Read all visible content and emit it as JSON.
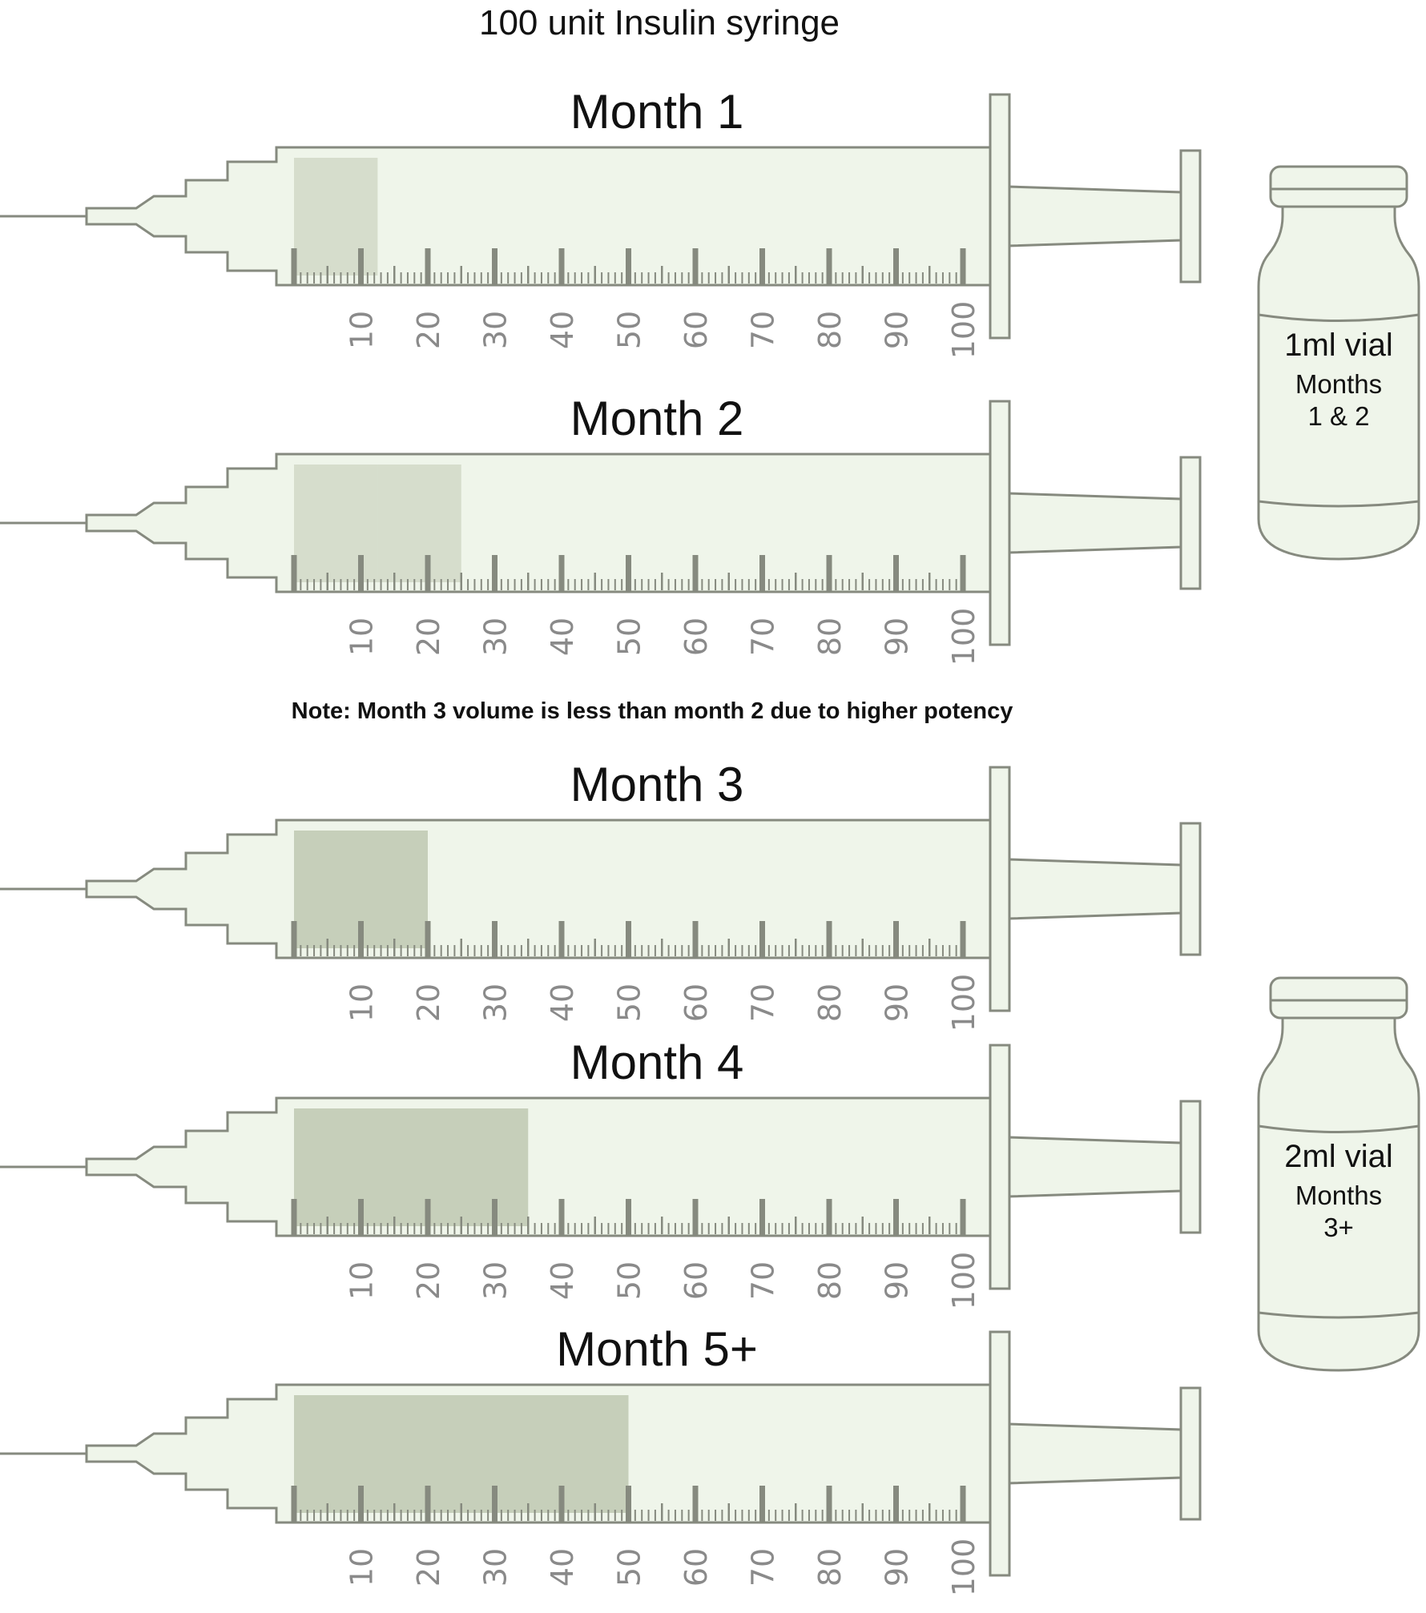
{
  "title": "100 unit Insulin syringe",
  "note": "Note: Month 3 volume is less than month 2 due to higher potency",
  "colors": {
    "barrel_fill": "#eff5ea",
    "dose_fill": "#c6cfba",
    "outline": "#868a7f",
    "tick": "#868a7f",
    "scale_number": "#8a8a8a",
    "text": "#111111"
  },
  "scale": {
    "max_units": 100,
    "labels": [
      "10",
      "20",
      "30",
      "40",
      "50",
      "60",
      "70",
      "80",
      "90",
      "100"
    ]
  },
  "syringes": [
    {
      "title": "Month 1",
      "dose_units": 12.5,
      "doses": [
        12.5
      ]
    },
    {
      "title": "Month 2",
      "dose_units": 25,
      "doses": [
        12.5,
        12.5
      ]
    },
    {
      "title": "Month 3",
      "dose_units": 20,
      "doses": [
        20
      ]
    },
    {
      "title": "Month 4",
      "dose_units": 35,
      "doses": [
        35
      ]
    },
    {
      "title": "Month 5+",
      "dose_units": 50,
      "doses": [
        50
      ]
    }
  ],
  "vials": [
    {
      "label": "1ml vial",
      "months_line1": "Months",
      "months_line2": "1 & 2"
    },
    {
      "label": "2ml vial",
      "months_line1": "Months",
      "months_line2": "3+"
    }
  ]
}
